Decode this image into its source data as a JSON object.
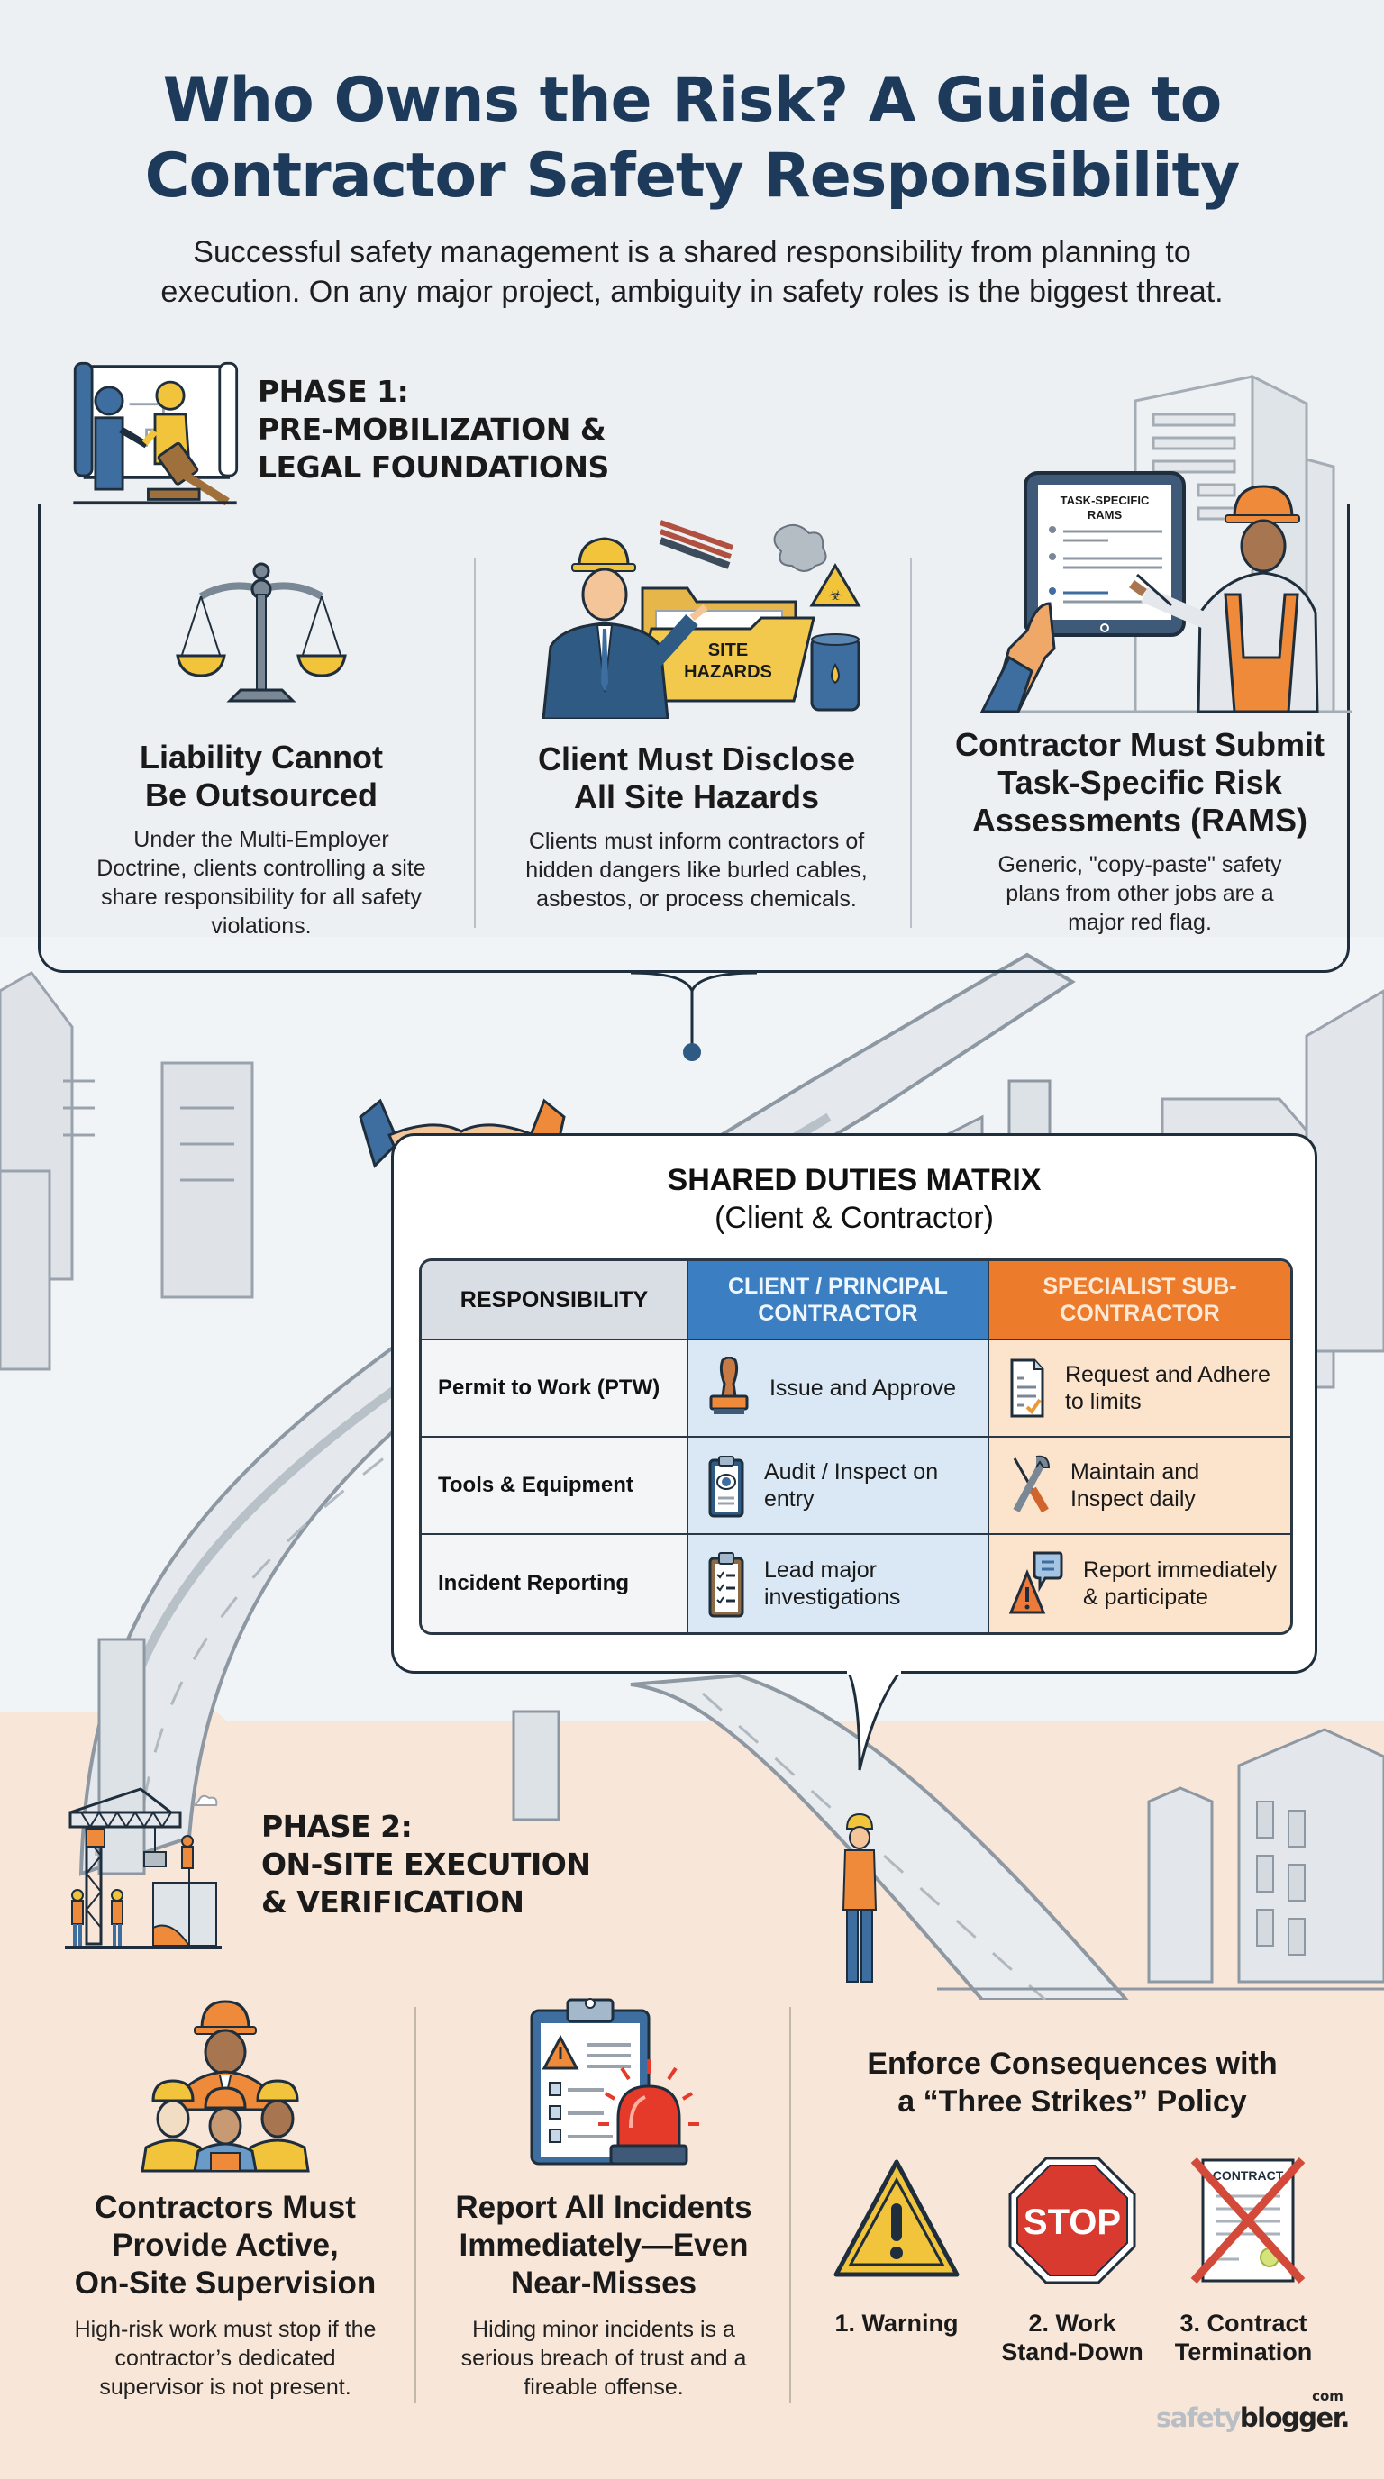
{
  "header": {
    "title_line1": "Who Owns the Risk? A Guide to",
    "title_line2": "Contractor Safety Responsibility",
    "subtitle_line1": "Successful safety management is a shared responsibility from planning to",
    "subtitle_line2": "execution. On any major project, ambiguity in safety roles is the biggest threat."
  },
  "phase1": {
    "label_line1": "PHASE 1:",
    "label_line2": "PRE-MOBILIZATION &",
    "label_line3": "LEGAL FOUNDATIONS",
    "icon": "handshake-gavel-icon",
    "cards": [
      {
        "icon": "scales-of-justice-icon",
        "title_line1": "Liability Cannot",
        "title_line2": "Be Outsourced",
        "title_line3": "",
        "body": "Under the Multi-Employer Doctrine, clients controlling a site share responsibility for all safety violations."
      },
      {
        "icon": "site-hazards-folder-icon",
        "folder_label_line1": "SITE",
        "folder_label_line2": "HAZARDS",
        "title_line1": "Client Must Disclose",
        "title_line2": "All Site Hazards",
        "title_line3": "",
        "body": "Clients must inform contractors of hidden dangers like burled cables, asbestos, or process chemicals."
      },
      {
        "icon": "rams-tablet-icon",
        "tablet_label_line1": "TASK-SPECIFIC",
        "tablet_label_line2": "RAMS",
        "title_line1": "Contractor Must Submit",
        "title_line2": "Task-Specific Risk",
        "title_line3": "Assessments (RAMS)",
        "body": "Generic, \"copy-paste\" safety plans from other jobs are a major red flag."
      }
    ]
  },
  "matrix": {
    "title": "SHARED DUTIES MATRIX",
    "subtitle": "(Client & Contractor)",
    "icon": "handshake-icon",
    "columns": [
      "RESPONSIBILITY",
      "CLIENT / PRINCIPAL CONTRACTOR",
      "SPECIALIST SUB-CONTRACTOR"
    ],
    "colors": {
      "client_header": "#3b7ec2",
      "sub_header": "#ec7b2c",
      "client_cell": "#d9e8f4",
      "sub_cell": "#fbe3cc"
    },
    "rows": [
      {
        "responsibility": "Permit to Work (PTW)",
        "client": "Issue and Approve",
        "client_icon": "rubber-stamp-icon",
        "sub": "Request and Adhere to limits",
        "sub_icon": "document-check-icon"
      },
      {
        "responsibility": "Tools & Equipment",
        "client": "Audit / Inspect on entry",
        "client_icon": "clipboard-eye-icon",
        "sub": "Maintain and Inspect daily",
        "sub_icon": "wrench-screwdriver-icon"
      },
      {
        "responsibility": "Incident Reporting",
        "client": "Lead major investigations",
        "client_icon": "clipboard-checklist-icon",
        "sub": "Report immediately & participate",
        "sub_icon": "warning-speech-icon"
      }
    ]
  },
  "phase2": {
    "label_line1": "PHASE 2:",
    "label_line2": "ON-SITE EXECUTION",
    "label_line3": "& VERIFICATION",
    "icon": "crane-workers-icon",
    "cards": [
      {
        "icon": "supervisor-team-icon",
        "title_line1": "Contractors Must",
        "title_line2": "Provide Active,",
        "title_line3": "On-Site Supervision",
        "body": "High-risk work must stop if the contractor’s dedicated supervisor is not present."
      },
      {
        "icon": "clipboard-alarm-icon",
        "title_line1": "Report All Incidents",
        "title_line2": "Immediately—Even",
        "title_line3": "Near-Misses",
        "body": "Hiding minor incidents is a serious breach of trust and a fireable offense."
      }
    ],
    "strikes": {
      "title_line1": "Enforce Consequences with",
      "title_line2": "a “Three Strikes” Policy",
      "items": [
        {
          "icon": "warning-triangle-icon",
          "label_line1": "1. Warning",
          "label_line2": ""
        },
        {
          "icon": "stop-sign-icon",
          "sign_text": "STOP",
          "label_line1": "2. Work",
          "label_line2": "Stand-Down"
        },
        {
          "icon": "contract-crossed-icon",
          "doc_text": "CONTRACT",
          "label_line1": "3. Contract",
          "label_line2": "Termination"
        }
      ]
    }
  },
  "footer": {
    "logo_part1": "safety",
    "logo_part2": "blogger.",
    "logo_com": "com"
  }
}
